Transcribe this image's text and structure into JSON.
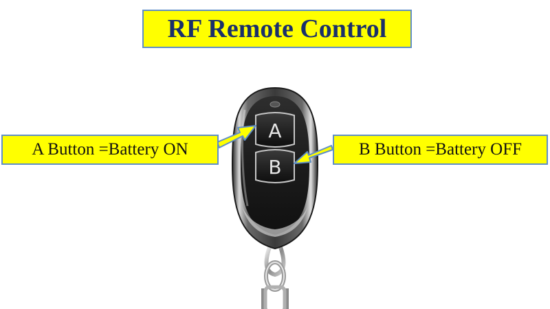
{
  "title": "RF Remote Control",
  "remote": {
    "button_a_letter": "A",
    "button_b_letter": "B"
  },
  "labels": {
    "a": "A Button =Battery ON",
    "b": "B Button =Battery OFF"
  },
  "colors": {
    "label_fill": "#ffff00",
    "label_border": "#5f8ec8",
    "title_text": "#1a2f6b",
    "arrow": "#ffff00"
  }
}
